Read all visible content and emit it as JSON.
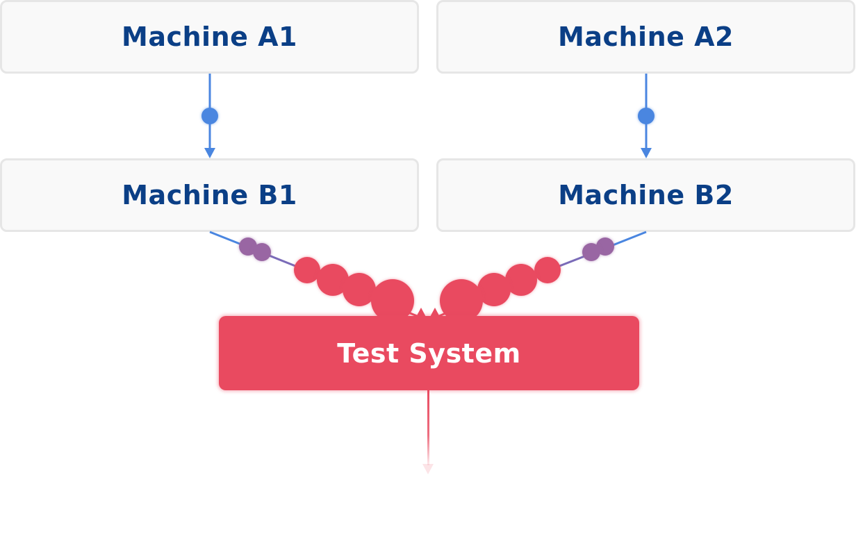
{
  "diagram": {
    "nodes": [
      {
        "id": "a1",
        "label": "Machine A1"
      },
      {
        "id": "a2",
        "label": "Machine A2"
      },
      {
        "id": "b1",
        "label": "Machine B1"
      },
      {
        "id": "b2",
        "label": "Machine B2"
      },
      {
        "id": "test",
        "label": "Test System"
      }
    ],
    "edges": [
      {
        "from": "a1",
        "to": "b1",
        "style": "arrow",
        "tokens": 1
      },
      {
        "from": "a2",
        "to": "b2",
        "style": "arrow",
        "tokens": 1
      },
      {
        "from": "b1",
        "to": "test",
        "style": "flow",
        "queued_tokens": 2,
        "merged_tokens": 4
      },
      {
        "from": "b2",
        "to": "test",
        "style": "flow",
        "queued_tokens": 2,
        "merged_tokens": 4
      },
      {
        "from": "test",
        "to": "output",
        "style": "arrow-fading"
      }
    ],
    "colors": {
      "node_text": "#0b3f86",
      "node_fill": "#f9f9f9",
      "node_border": "#e6e6e6",
      "edge_blue": "#4a86e0",
      "token_purple": "#9966a3",
      "token_red": "#e94a60",
      "test_fill": "#e94a60",
      "test_text": "#ffffff"
    }
  }
}
